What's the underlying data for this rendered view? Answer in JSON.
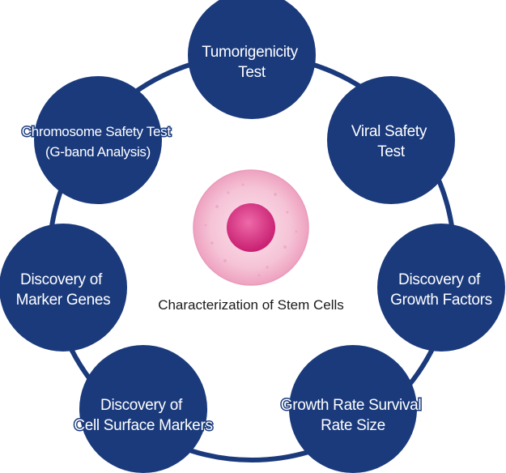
{
  "diagram": {
    "center_label": "Characterization of Stem Cells",
    "colors": {
      "node_fill": "#1a3a7c",
      "ring": "#1a3a7c",
      "cell_outer": "#f2b8cf",
      "cell_nucleus": "#e0408c"
    },
    "nodes": [
      {
        "lines": [
          "Tumorigenicity",
          "Test"
        ]
      },
      {
        "lines": [
          "Viral Safety",
          "Test"
        ]
      },
      {
        "lines": [
          "Discovery of",
          "Growth Factors"
        ]
      },
      {
        "lines": [
          "Growth Rate Survival",
          "Rate Size"
        ]
      },
      {
        "lines": [
          "Discovery of",
          "Cell Surface Markers"
        ]
      },
      {
        "lines": [
          "Discovery of",
          "Marker Genes"
        ]
      },
      {
        "lines": [
          "Chromosome Safety Test",
          "(G-band Analysis)"
        ]
      }
    ]
  }
}
